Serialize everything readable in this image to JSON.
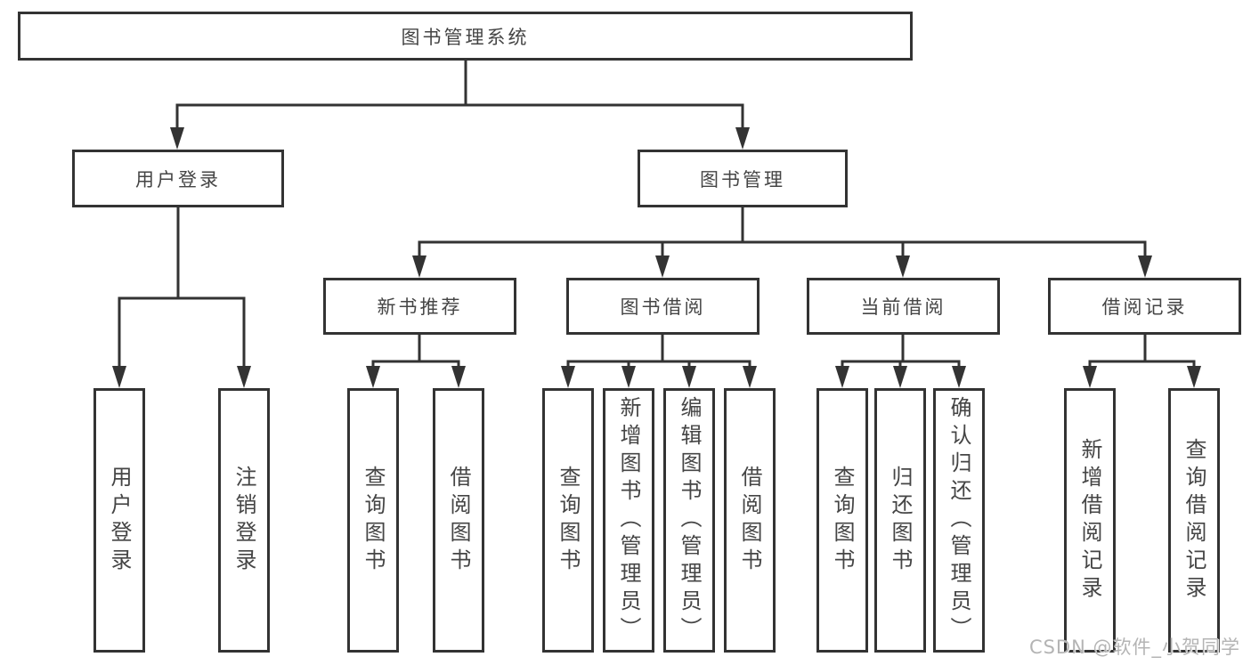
{
  "colors": {
    "line": "#333333",
    "box_border": "#333333",
    "text": "#454545",
    "watermark": "#b4b4b4",
    "background": "#ffffff"
  },
  "watermark": {
    "text": "CSDN @软件_小贺同学"
  },
  "tree": {
    "label": "图书管理系统",
    "children": [
      {
        "label": "用户登录",
        "children": [
          {
            "label": "用户登录"
          },
          {
            "label": "注销登录"
          }
        ]
      },
      {
        "label": "图书管理",
        "children": [
          {
            "label": "新书推荐",
            "children": [
              {
                "label": "查询图书"
              },
              {
                "label": "借阅图书"
              }
            ]
          },
          {
            "label": "图书借阅",
            "children": [
              {
                "label": "查询图书"
              },
              {
                "label": "新增图书（管理员）"
              },
              {
                "label": "编辑图书（管理员）"
              },
              {
                "label": "借阅图书"
              }
            ]
          },
          {
            "label": "当前借阅",
            "children": [
              {
                "label": "查询图书"
              },
              {
                "label": "归还图书"
              },
              {
                "label": "确认归还（管理员）"
              }
            ]
          },
          {
            "label": "借阅记录",
            "children": [
              {
                "label": "新增借阅记录"
              },
              {
                "label": "查询借阅记录"
              }
            ]
          }
        ]
      }
    ]
  }
}
